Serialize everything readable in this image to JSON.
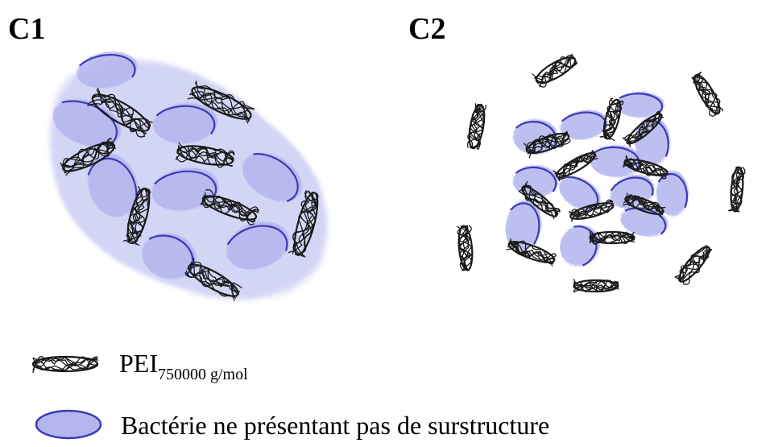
{
  "panels": [
    {
      "label": "C1"
    },
    {
      "label": "C2"
    }
  ],
  "legend": {
    "polymer": {
      "name": "PEI",
      "subscript": "750000 g/mol",
      "icon": "polymer-scribble-icon"
    },
    "bacteria": {
      "text": "Bactérie ne présentant pas de surstructure",
      "icon": "bacterium-ellipse-icon"
    }
  },
  "colors": {
    "bacteria_fill": "#b3b5ef",
    "bacteria_outline": "#3a3ab5",
    "halo": "#c9cbf3",
    "polymer": "#1a1a1a"
  }
}
